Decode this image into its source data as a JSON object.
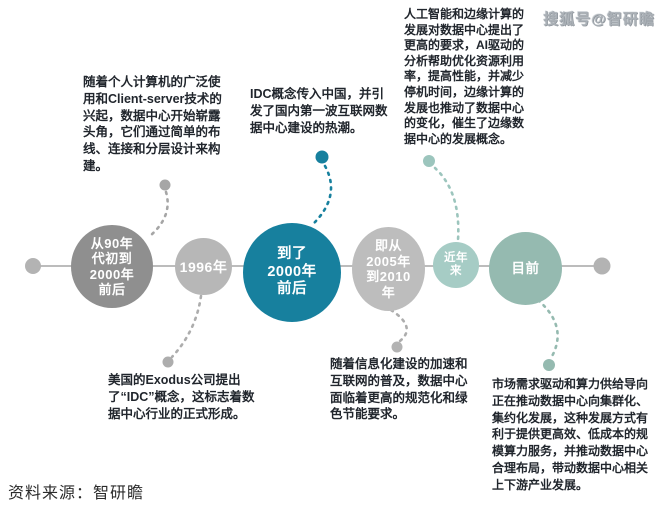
{
  "watermark": "搜狐号@智研瞻",
  "source": "资料来源：智研瞻",
  "colors": {
    "dark_teal": "#17809e",
    "sage_green": "#95bab0",
    "light_teal": "#a6ccc5",
    "dark_gray": "#8f8f8f",
    "light_gray": "#b7b7b7",
    "axis_gray": "#bcbcbc",
    "connector_gray": "#aaaaaa",
    "text_dark": "#21262d"
  },
  "timeline": {
    "nodes": [
      {
        "id": "early-1990s",
        "label": "从90年\n代初到\n2000年\n前后"
      },
      {
        "id": "year-1996",
        "label": "1996年"
      },
      {
        "id": "around-2000",
        "label": "到了\n2000年\n前后"
      },
      {
        "id": "2005-2010",
        "label": "即从\n2005年\n到2010\n年"
      },
      {
        "id": "recent-years",
        "label": "近年\n来"
      },
      {
        "id": "present",
        "label": "目前"
      }
    ]
  },
  "annotations": {
    "pc_era": "随着个人计算机的广泛使用和Client-server技术的兴起，数据中心开始崭露头角，它们通过简单的布线、连接和分层设计来构建。",
    "idc_to_china": "IDC概念传入中国，并引发了国内第一波互联网数据中心建设的热潮。",
    "ai_edge": "人工智能和边缘计算的发展对数据中心提出了更高的要求，AI驱动的分析帮助优化资源利用率，提高性能，并减少停机时间，边缘计算的发展也推动了数据中心的变化，催生了边缘数据中心的发展概念。",
    "exodus_idc": "美国的Exodus公司提出了“IDC”概念，这标志着数据中心行业的正式形成。",
    "informatization": "随着信息化建设的加速和互联网的普及，数据中心面临着更高的规范化和绿色节能要求。",
    "market_driven": "市场需求驱动和算力供给导向正在推动数据中心向集群化、集约化发展，这种发展方式有利于提供更高效、低成本的规模算力服务，并推动数据中心合理布局，带动数据中心相关上下游产业发展。"
  }
}
